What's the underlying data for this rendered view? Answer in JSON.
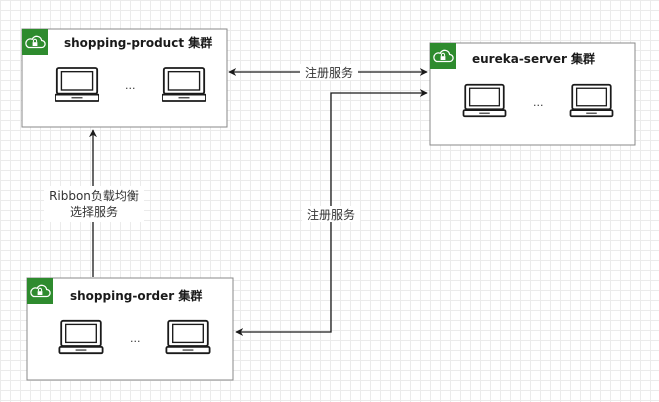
{
  "clusters": {
    "product": {
      "title": "shopping-product 集群",
      "ellipsis": "..."
    },
    "eureka": {
      "title": "eureka-server 集群",
      "ellipsis": "..."
    },
    "order": {
      "title": "shopping-order 集群",
      "ellipsis": "..."
    }
  },
  "edges": {
    "product_eureka": {
      "label": "注册服务"
    },
    "order_eureka": {
      "label": "注册服务"
    },
    "order_product": {
      "line1": "Ribbon负载均衡",
      "line2": "选择服务"
    }
  },
  "icons": {
    "cluster": "cloud-lock-icon",
    "node": "computer-icon"
  },
  "colors": {
    "icon_bg": "#2e8b2e",
    "border": "#888888",
    "line": "#1a1a1a"
  }
}
